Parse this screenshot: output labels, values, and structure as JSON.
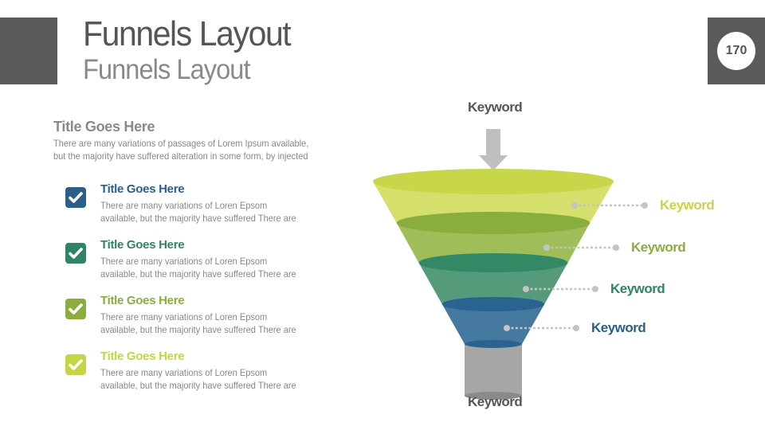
{
  "header": {
    "title": "Funnels Layout",
    "subtitle": "Funnels Layout",
    "page_number": "170"
  },
  "intro": {
    "title": "Title Goes Here",
    "body_lines": [
      "There are many variations of passages of Lorem Ipsum available,",
      "but the majority have suffered alteration in some form, by injected"
    ]
  },
  "items": [
    {
      "title": "Title Goes Here",
      "line1": "There are many variations of Loren Epsom",
      "line2": "available, but the majority have suffered  There are",
      "color": "#2a5f8a"
    },
    {
      "title": "Title Goes Here",
      "line1": "There are many variations of Loren Epsom",
      "line2": "available, but the majority have suffered  There are",
      "color": "#2e8566"
    },
    {
      "title": "Title Goes Here",
      "line1": "There are many variations of Loren Epsom",
      "line2": "available, but the majority have suffered  There are",
      "color": "#8aae3e"
    },
    {
      "title": "Title Goes Here",
      "line1": "There are many variations of Loren Epsom",
      "line2": "available, but the majority have suffered  There are",
      "color": "#c5d544"
    }
  ],
  "funnel": {
    "top_label": "Keyword",
    "bottom_label": "Keyword",
    "stages": [
      {
        "label": "Keyword",
        "color": "#c5d544"
      },
      {
        "label": "Keyword",
        "color": "#8aae3e"
      },
      {
        "label": "Keyword",
        "color": "#2e8566"
      },
      {
        "label": "Keyword",
        "color": "#2a5f8a"
      }
    ]
  }
}
